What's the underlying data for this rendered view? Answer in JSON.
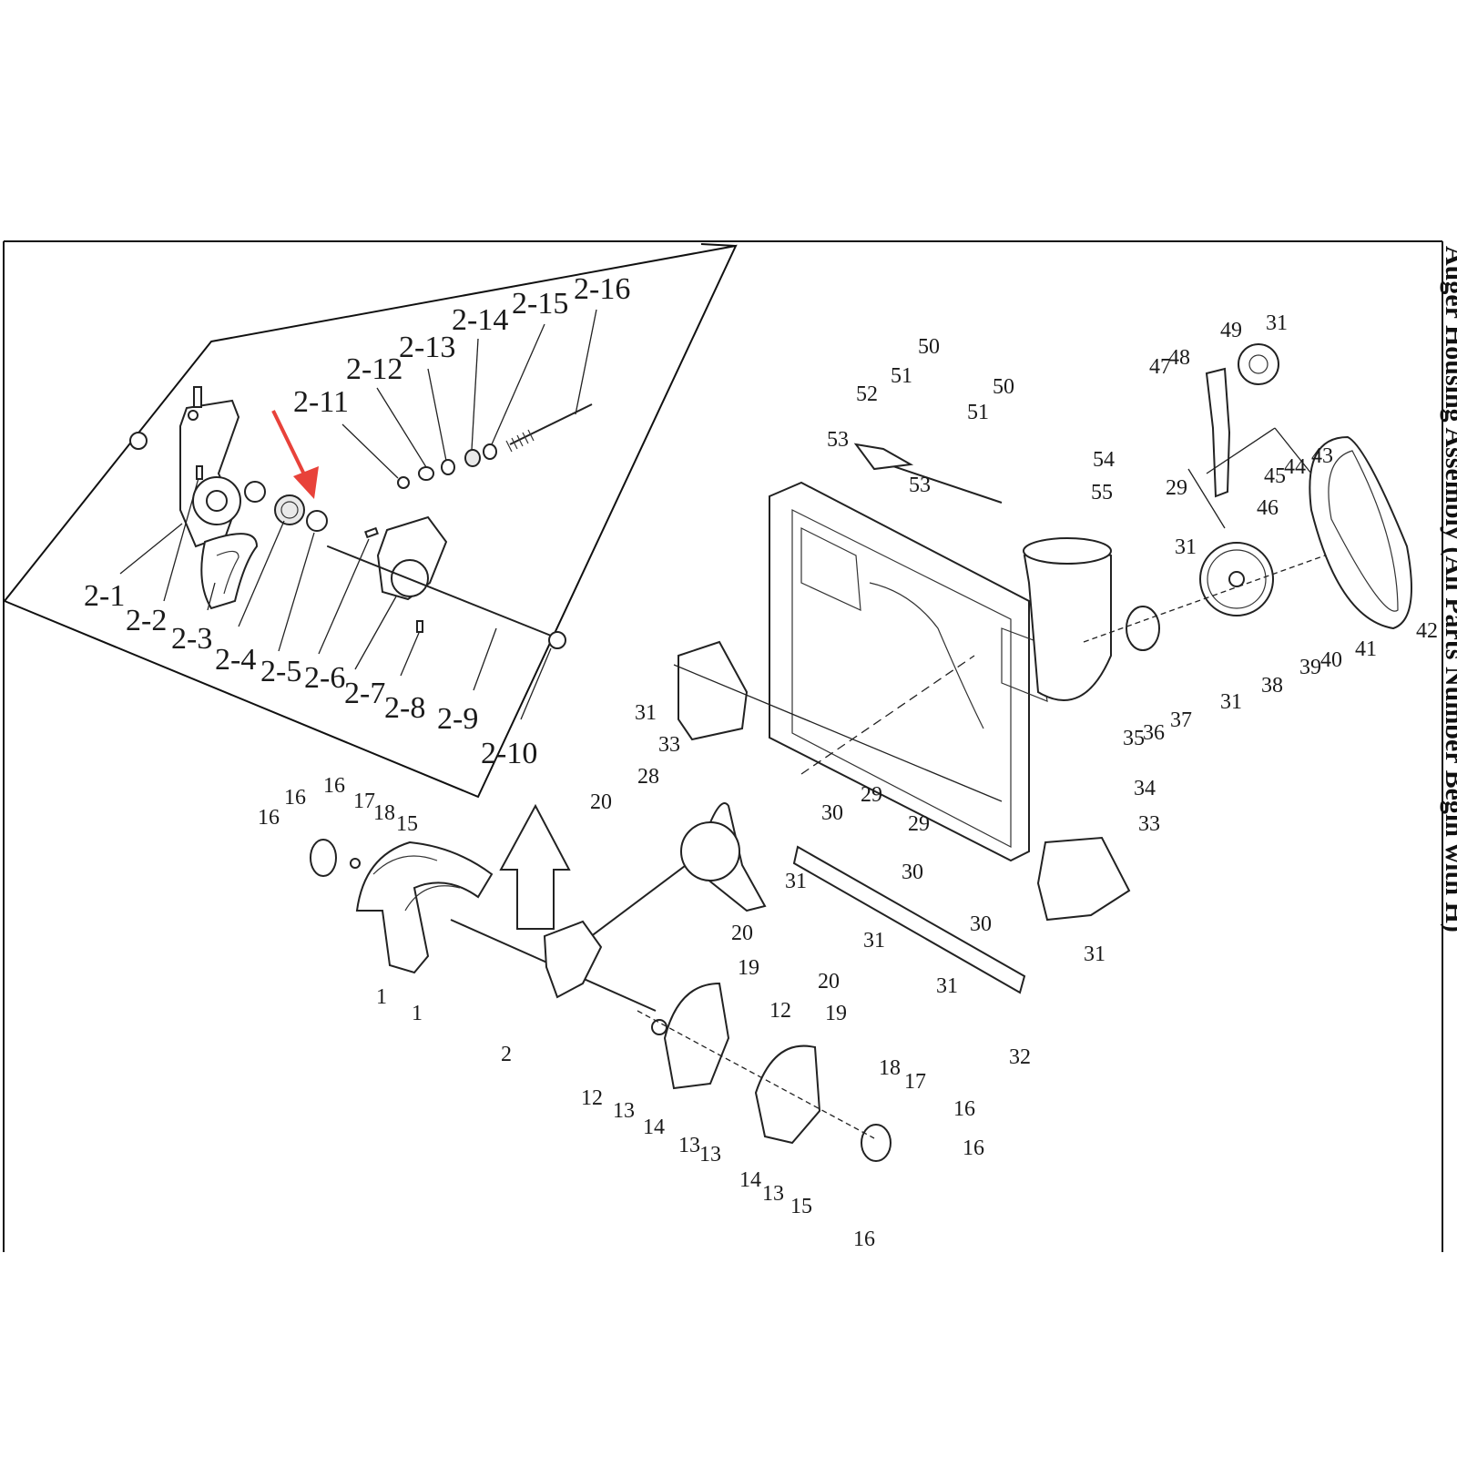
{
  "side_title": "Auger Housing Assembly (All Parts Number Begin with H)",
  "accent_color": "#e8423a",
  "inset_labels": [
    {
      "id": "2-1",
      "text": "2-1"
    },
    {
      "id": "2-2",
      "text": "2-2"
    },
    {
      "id": "2-3",
      "text": "2-3"
    },
    {
      "id": "2-4",
      "text": "2-4"
    },
    {
      "id": "2-5",
      "text": "2-5"
    },
    {
      "id": "2-6",
      "text": "2-6"
    },
    {
      "id": "2-7",
      "text": "2-7"
    },
    {
      "id": "2-8",
      "text": "2-8"
    },
    {
      "id": "2-9",
      "text": "2-9"
    },
    {
      "id": "2-10",
      "text": "2-10"
    },
    {
      "id": "2-11",
      "text": "2-11"
    },
    {
      "id": "2-12",
      "text": "2-12"
    },
    {
      "id": "2-13",
      "text": "2-13"
    },
    {
      "id": "2-14",
      "text": "2-14"
    },
    {
      "id": "2-15",
      "text": "2-15"
    },
    {
      "id": "2-16",
      "text": "2-16"
    }
  ],
  "main_labels": [
    "16",
    "16",
    "17",
    "18",
    "15",
    "16",
    "1",
    "1",
    "2",
    "12",
    "13",
    "14",
    "13",
    "13",
    "12",
    "20",
    "19",
    "20",
    "19",
    "14",
    "13",
    "15",
    "18",
    "17",
    "16",
    "16",
    "16",
    "20",
    "28",
    "30",
    "31",
    "30",
    "31",
    "30",
    "31",
    "32",
    "31",
    "33",
    "29",
    "29",
    "34",
    "33",
    "31",
    "35",
    "36",
    "37",
    "31",
    "38",
    "39",
    "40",
    "41",
    "42",
    "43",
    "44",
    "45",
    "46",
    "47",
    "48",
    "49",
    "31",
    "50",
    "51",
    "52",
    "53",
    "50",
    "51",
    "53",
    "54",
    "55",
    "29",
    "31"
  ]
}
